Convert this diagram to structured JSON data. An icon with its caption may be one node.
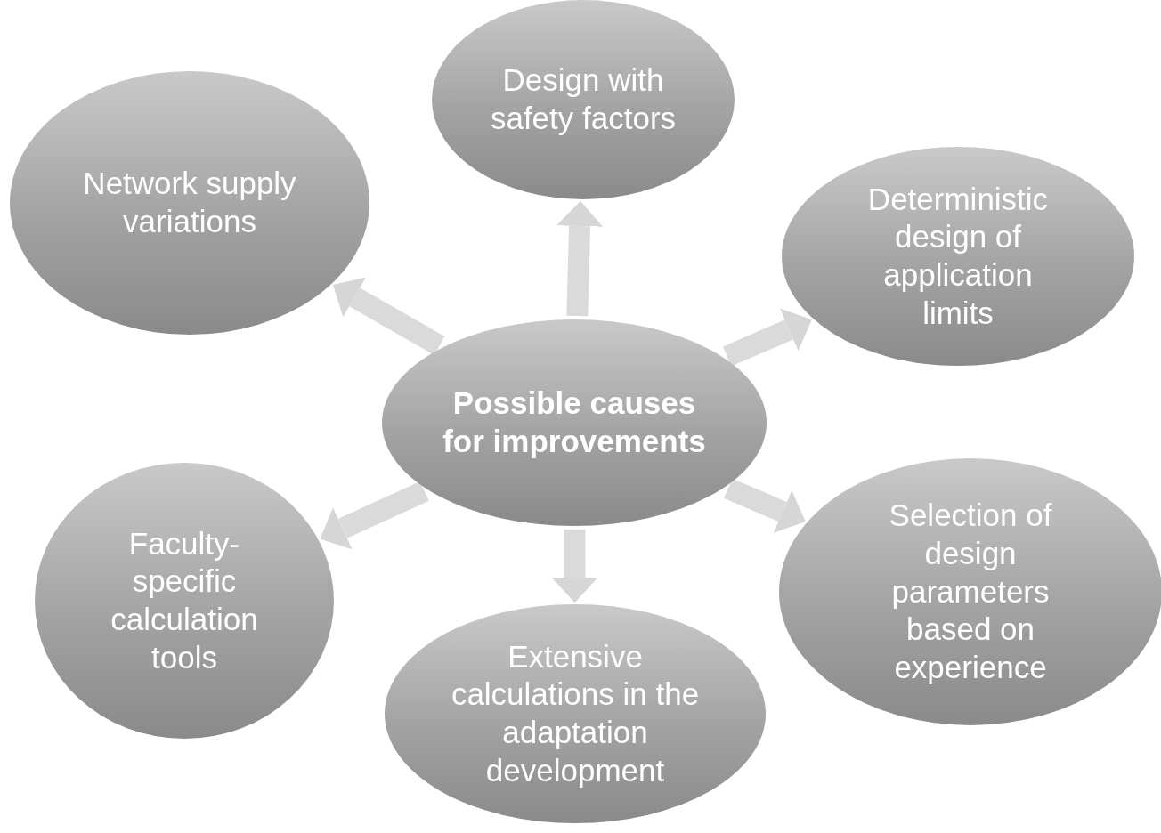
{
  "diagram": {
    "nodes": [
      {
        "text": [
          "Possible causes for improvements"
        ]
      },
      {
        "text": [
          "Design with safety factors"
        ]
      },
      {
        "text": [
          "Network supply variations"
        ]
      },
      {
        "text": [
          "Deterministic design of application limits"
        ]
      },
      {
        "text": [
          "Selection of design parameters based on experience"
        ]
      },
      {
        "text": [
          "Extensive calculations in the adaptation development"
        ]
      },
      {
        "text": [
          "Faculty-specific calculation tools"
        ]
      }
    ],
    "edges": [
      {
        "from": 0,
        "to": 1,
        "arrow": "to"
      },
      {
        "from": 0,
        "to": 2,
        "arrow": "to"
      },
      {
        "from": 0,
        "to": 3,
        "arrow": "to"
      },
      {
        "from": 0,
        "to": 4,
        "arrow": "to"
      },
      {
        "from": 0,
        "to": 5,
        "arrow": "to"
      },
      {
        "from": 0,
        "to": 6,
        "arrow": "to"
      }
    ]
  }
}
